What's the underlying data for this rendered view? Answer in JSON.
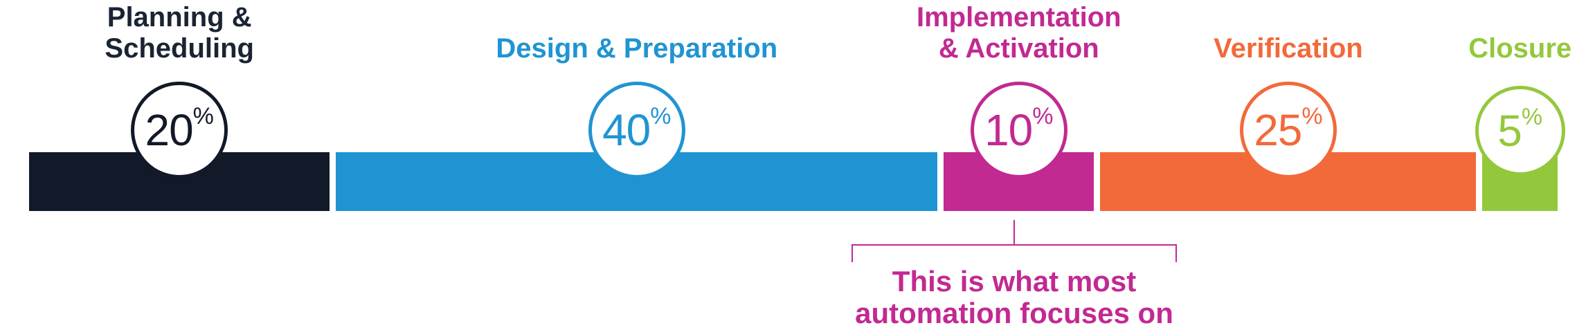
{
  "chart_data": {
    "type": "bar",
    "orientation": "horizontal-proportional-segments",
    "categories": [
      "Planning & Scheduling",
      "Design & Preparation",
      "Implementation & Activation",
      "Verification",
      "Closure"
    ],
    "values": [
      20,
      40,
      10,
      25,
      5
    ],
    "unit": "%",
    "colors": [
      "#121928",
      "#2094d2",
      "#c22991",
      "#f2693a",
      "#94c83c"
    ],
    "legend": "none",
    "grid": false,
    "annotation": "This is what most automation focuses on"
  },
  "phases": [
    {
      "label": "Planning & Scheduling",
      "value": "20",
      "unit": "%",
      "color": "#121928",
      "label_color": "#1a2433"
    },
    {
      "label": "Design & Preparation",
      "value": "40",
      "unit": "%",
      "color": "#2094d2",
      "label_color": "#2094d2"
    },
    {
      "label": "Implementation\n& Activation",
      "value": "10",
      "unit": "%",
      "color": "#c22991",
      "label_color": "#c22991"
    },
    {
      "label": "Verification",
      "value": "25",
      "unit": "%",
      "color": "#f2693a",
      "label_color": "#f2693a"
    },
    {
      "label": "Closure",
      "value": "5",
      "unit": "%",
      "color": "#94c83c",
      "label_color": "#94c83c"
    }
  ],
  "annotation": {
    "line1": "This is what most",
    "line2": "automation focuses on",
    "color": "#c22991"
  }
}
